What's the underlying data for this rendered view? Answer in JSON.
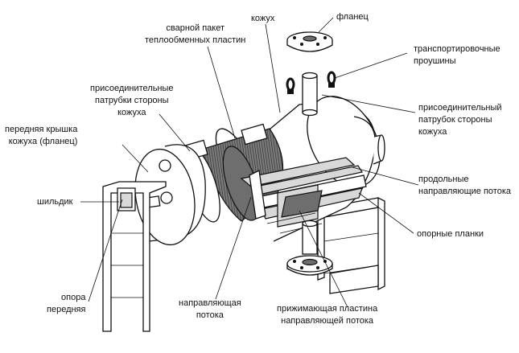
{
  "labels": {
    "plate_pack": [
      "сварной пакет",
      "теплообменных пластин"
    ],
    "shell": [
      "кожух"
    ],
    "flange": [
      "фланец"
    ],
    "lifting_lugs": [
      "транспортировочные",
      "проушины"
    ],
    "shell_nozzles_left": [
      "присоединительные",
      "патрубки стороны",
      "кожуха"
    ],
    "shell_nozzle_right": [
      "присоединительный",
      "патрубок стороны",
      "кожуха"
    ],
    "front_cover": [
      "передняя крышка",
      "кожуха (фланец)"
    ],
    "nameplate": [
      "шильдик"
    ],
    "longitudinal_guides": [
      "продольные",
      "направляющие потока"
    ],
    "support_strips": [
      "опорные планки"
    ],
    "front_support": [
      "опора",
      "передняя"
    ],
    "flow_guide": [
      "направляющая",
      "потока"
    ],
    "pressure_plate": [
      "прижимающая пластина",
      "направляющей потока"
    ]
  }
}
